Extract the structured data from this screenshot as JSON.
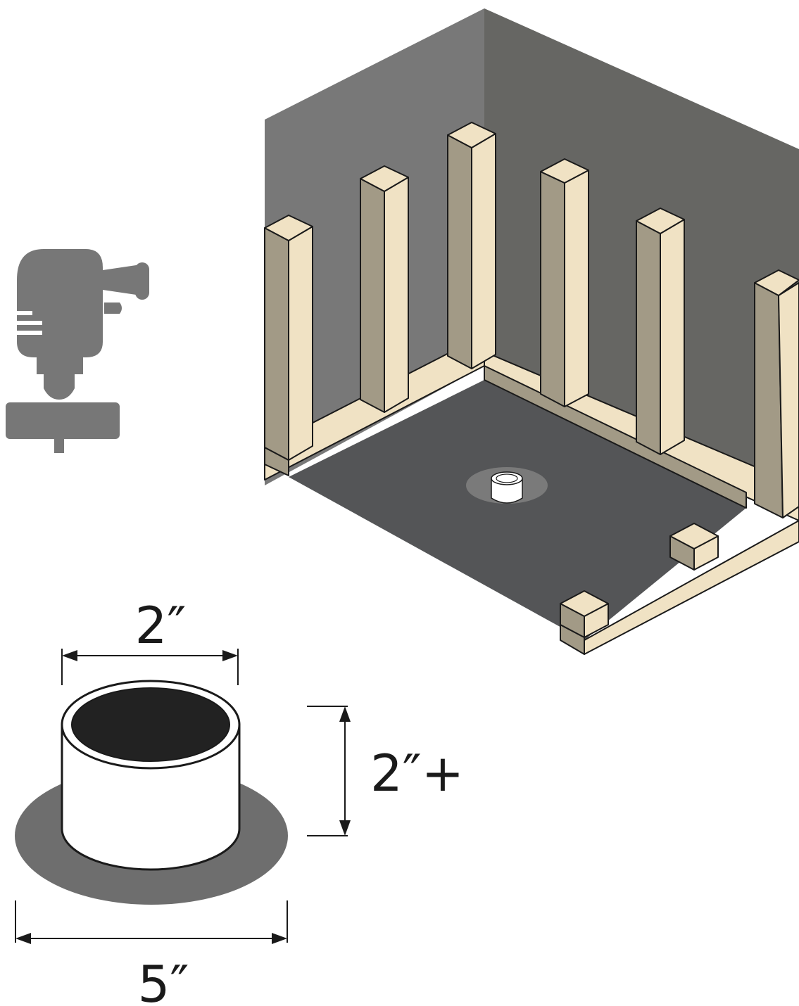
{
  "tool": {
    "icon": "hole-saw-drill-icon"
  },
  "room": {
    "walls": "shower-enclosure-walls",
    "studs": "wood-framing-studs",
    "floor": "shower-floor",
    "drain": "drain-pipe"
  },
  "pipe_detail": {
    "diameter_label": "2″",
    "height_label": "2″+",
    "flange_label": "5″"
  },
  "colors": {
    "wall_left": "#787878",
    "wall_right": "#666663",
    "floor": "#545557",
    "wood_face": "#f0e2c4",
    "wood_side": "#a29a86",
    "tool": "#777777",
    "flange": "#6e6e6e",
    "pipe_inner": "#222222",
    "line": "#1a1a1a"
  }
}
